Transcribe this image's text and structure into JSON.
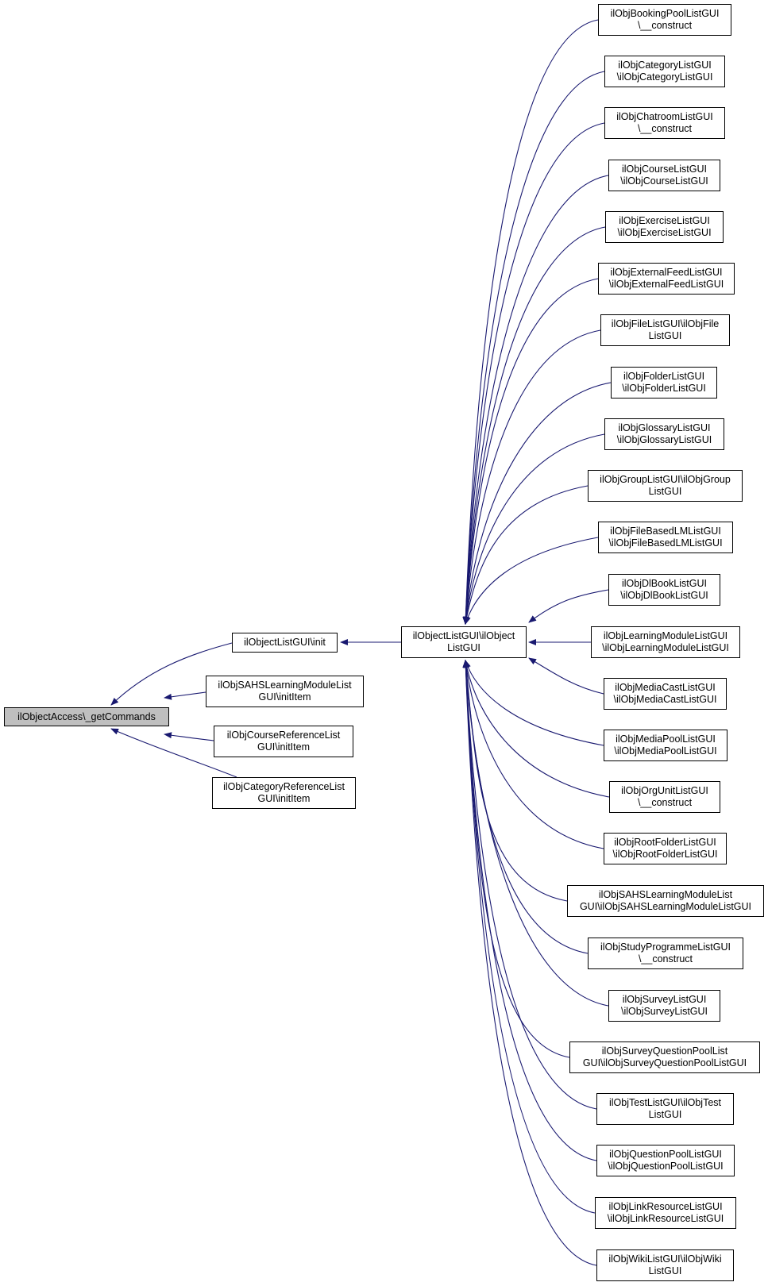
{
  "colors": {
    "edge": "#191970",
    "node_border": "#000000",
    "root_fill": "#bfbfbf",
    "node_fill": "#ffffff"
  },
  "nodes": {
    "root": {
      "line1": "ilObjectAccess\\_getCommands",
      "line2": ""
    },
    "init": {
      "line1": "ilObjectListGUI\\init",
      "line2": ""
    },
    "sahs_init": {
      "line1": "ilObjSAHSLearningModuleList",
      "line2": "GUI\\initItem"
    },
    "crsref_init": {
      "line1": "ilObjCourseReferenceList",
      "line2": "GUI\\initItem"
    },
    "catref_init": {
      "line1": "ilObjCategoryReferenceList",
      "line2": "GUI\\initItem"
    },
    "objlist": {
      "line1": "ilObjectListGUI\\ilObject",
      "line2": "ListGUI"
    },
    "r0": {
      "line1": "ilObjBookingPoolListGUI",
      "line2": "\\__construct"
    },
    "r1": {
      "line1": "ilObjCategoryListGUI",
      "line2": "\\ilObjCategoryListGUI"
    },
    "r2": {
      "line1": "ilObjChatroomListGUI",
      "line2": "\\__construct"
    },
    "r3": {
      "line1": "ilObjCourseListGUI",
      "line2": "\\ilObjCourseListGUI"
    },
    "r4": {
      "line1": "ilObjExerciseListGUI",
      "line2": "\\ilObjExerciseListGUI"
    },
    "r5": {
      "line1": "ilObjExternalFeedListGUI",
      "line2": "\\ilObjExternalFeedListGUI"
    },
    "r6": {
      "line1": "ilObjFileListGUI\\ilObjFile",
      "line2": "ListGUI"
    },
    "r7": {
      "line1": "ilObjFolderListGUI",
      "line2": "\\ilObjFolderListGUI"
    },
    "r8": {
      "line1": "ilObjGlossaryListGUI",
      "line2": "\\ilObjGlossaryListGUI"
    },
    "r9": {
      "line1": "ilObjGroupListGUI\\ilObjGroup",
      "line2": "ListGUI"
    },
    "r10": {
      "line1": "ilObjFileBasedLMListGUI",
      "line2": "\\ilObjFileBasedLMListGUI"
    },
    "r11": {
      "line1": "ilObjDlBookListGUI",
      "line2": "\\ilObjDlBookListGUI"
    },
    "r12": {
      "line1": "ilObjLearningModuleListGUI",
      "line2": "\\ilObjLearningModuleListGUI"
    },
    "r13": {
      "line1": "ilObjMediaCastListGUI",
      "line2": "\\ilObjMediaCastListGUI"
    },
    "r14": {
      "line1": "ilObjMediaPoolListGUI",
      "line2": "\\ilObjMediaPoolListGUI"
    },
    "r15": {
      "line1": "ilObjOrgUnitListGUI",
      "line2": "\\__construct"
    },
    "r16": {
      "line1": "ilObjRootFolderListGUI",
      "line2": "\\ilObjRootFolderListGUI"
    },
    "r17": {
      "line1": "ilObjSAHSLearningModuleList",
      "line2": "GUI\\ilObjSAHSLearningModuleListGUI"
    },
    "r18": {
      "line1": "ilObjStudyProgrammeListGUI",
      "line2": "\\__construct"
    },
    "r19": {
      "line1": "ilObjSurveyListGUI",
      "line2": "\\ilObjSurveyListGUI"
    },
    "r20": {
      "line1": "ilObjSurveyQuestionPoolList",
      "line2": "GUI\\ilObjSurveyQuestionPoolListGUI"
    },
    "r21": {
      "line1": "ilObjTestListGUI\\ilObjTest",
      "line2": "ListGUI"
    },
    "r22": {
      "line1": "ilObjQuestionPoolListGUI",
      "line2": "\\ilObjQuestionPoolListGUI"
    },
    "r23": {
      "line1": "ilObjLinkResourceListGUI",
      "line2": "\\ilObjLinkResourceListGUI"
    },
    "r24": {
      "line1": "ilObjWikiListGUI\\ilObjWiki",
      "line2": "ListGUI"
    }
  }
}
